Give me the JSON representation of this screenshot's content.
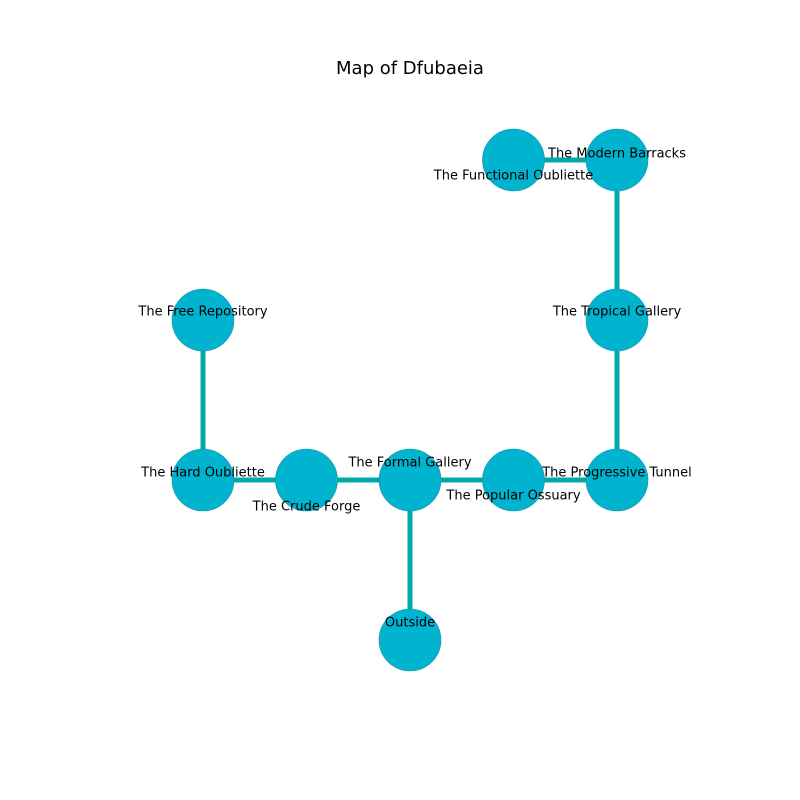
{
  "title": "Map of Dfubaeia",
  "colors": {
    "node": "#00b4d0",
    "node_stroke": "#1f8fa8",
    "edge": "#00a8a8"
  },
  "nodes": [
    {
      "id": "functional_oubliette",
      "label": "The Functional Oubliette",
      "gx": 3,
      "gy": 4
    },
    {
      "id": "modern_barracks",
      "label": "The Modern Barracks",
      "gx": 4,
      "gy": 4
    },
    {
      "id": "free_repository",
      "label": "The Free Repository",
      "gx": 0,
      "gy": 3
    },
    {
      "id": "tropical_gallery",
      "label": "The Tropical Gallery",
      "gx": 4,
      "gy": 3
    },
    {
      "id": "hard_oubliette",
      "label": "The Hard Oubliette",
      "gx": 0,
      "gy": 2
    },
    {
      "id": "crude_forge",
      "label": "The Crude Forge",
      "gx": 1,
      "gy": 2
    },
    {
      "id": "formal_gallery",
      "label": "The Formal Gallery",
      "gx": 2,
      "gy": 2
    },
    {
      "id": "popular_ossuary",
      "label": "The Popular Ossuary",
      "gx": 3,
      "gy": 2
    },
    {
      "id": "progressive_tunnel",
      "label": "The Progressive Tunnel",
      "gx": 4,
      "gy": 2
    },
    {
      "id": "outside",
      "label": "Outside",
      "gx": 2,
      "gy": 1
    }
  ],
  "edges": [
    [
      "functional_oubliette",
      "modern_barracks"
    ],
    [
      "modern_barracks",
      "tropical_gallery"
    ],
    [
      "tropical_gallery",
      "progressive_tunnel"
    ],
    [
      "free_repository",
      "hard_oubliette"
    ],
    [
      "hard_oubliette",
      "crude_forge"
    ],
    [
      "crude_forge",
      "formal_gallery"
    ],
    [
      "formal_gallery",
      "popular_ossuary"
    ],
    [
      "popular_ossuary",
      "progressive_tunnel"
    ],
    [
      "formal_gallery",
      "outside"
    ]
  ]
}
